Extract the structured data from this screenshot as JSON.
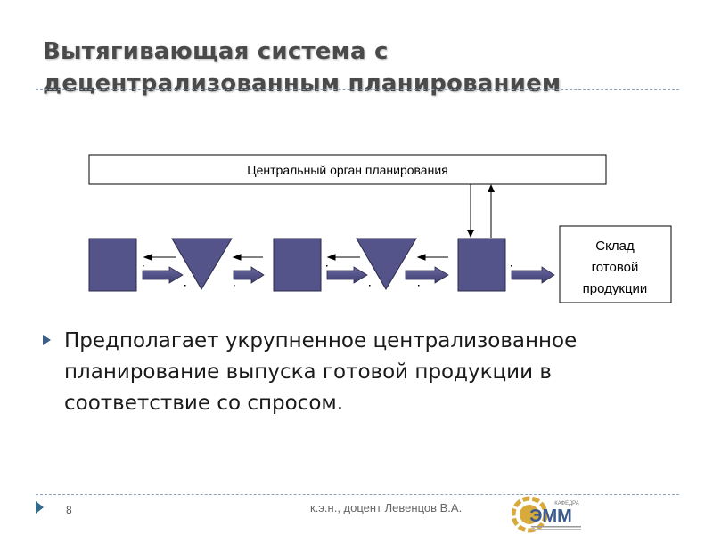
{
  "slide": {
    "title_line1": "Вытягивающая система с",
    "title_line2": "децентрализованным планированием",
    "bullet": "Предполагает укрупненное централизованное планирование выпуска готовой продукции в соответствие со спросом.",
    "page_number": "8",
    "author": "к.э.н., доцент Левенцов В.А."
  },
  "diagram": {
    "planning_body": "Центральный орган планирования",
    "warehouse_line1": "Склад",
    "warehouse_line2": "готовой",
    "warehouse_line3": "продукции",
    "flow_sequence": [
      "stage",
      "buffer",
      "stage",
      "buffer",
      "stage",
      "warehouse"
    ]
  },
  "logo": {
    "text": "ЭММ",
    "caption": "КАФЕДРА"
  },
  "colors": {
    "title": "#4a4a4a",
    "shape_fill": "#55548a",
    "shape_stroke": "#2a2a4a",
    "bullet": "#3b5f8a",
    "rule": "#8fa2b8",
    "logo_gold": "#d8a93b",
    "logo_blue": "#3b5b8f"
  }
}
